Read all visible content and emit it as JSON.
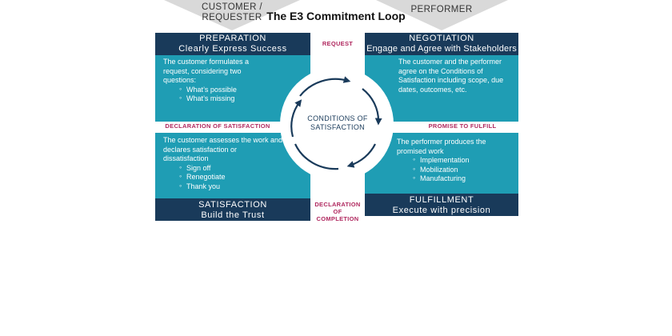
{
  "roles": {
    "customer": "CUSTOMER / REQUESTER",
    "performer": "PERFORMER"
  },
  "title": "The E3 Commitment Loop",
  "center": "CONDITIONS OF SATISFACTION",
  "stage_labels": {
    "request": "REQUEST",
    "declaration_of_satisfaction": "DECLARATION OF SATISFACTION",
    "promise_to_fulfill": "PROMISE TO FULFILL",
    "declaration_of_completion": "DECLARATION OF COMPLETION"
  },
  "quadrants": {
    "preparation": {
      "heading": "PREPARATION",
      "subheading": "Clearly Express Success",
      "text": "The customer formulates a request, considering two questions:",
      "bullets": [
        "What’s possible",
        "What’s missing"
      ]
    },
    "negotiation": {
      "heading": "NEGOTIATION",
      "subheading": "Engage and Agree with Stakeholders",
      "text": "The customer and the performer agree on the Conditions of Satisfaction including scope, due dates, outcomes, etc.",
      "bullets": []
    },
    "satisfaction": {
      "heading": "SATISFACTION",
      "subheading": "Build the Trust",
      "text": "The customer assesses the work and declares satisfaction or dissatisfaction",
      "bullets": [
        "Sign off",
        "Renegotiate",
        "Thank you"
      ]
    },
    "fulfillment": {
      "heading": "FULFILLMENT",
      "subheading": "Execute with precision",
      "text": "The performer produces the promised work",
      "bullets": [
        "Implementation",
        "Mobilization",
        "Manufacturing"
      ]
    }
  },
  "colors": {
    "panel": "#1f9db4",
    "header": "#193a5a",
    "stage_label": "#b0285f",
    "role_chevron": "#d9d9d9"
  }
}
